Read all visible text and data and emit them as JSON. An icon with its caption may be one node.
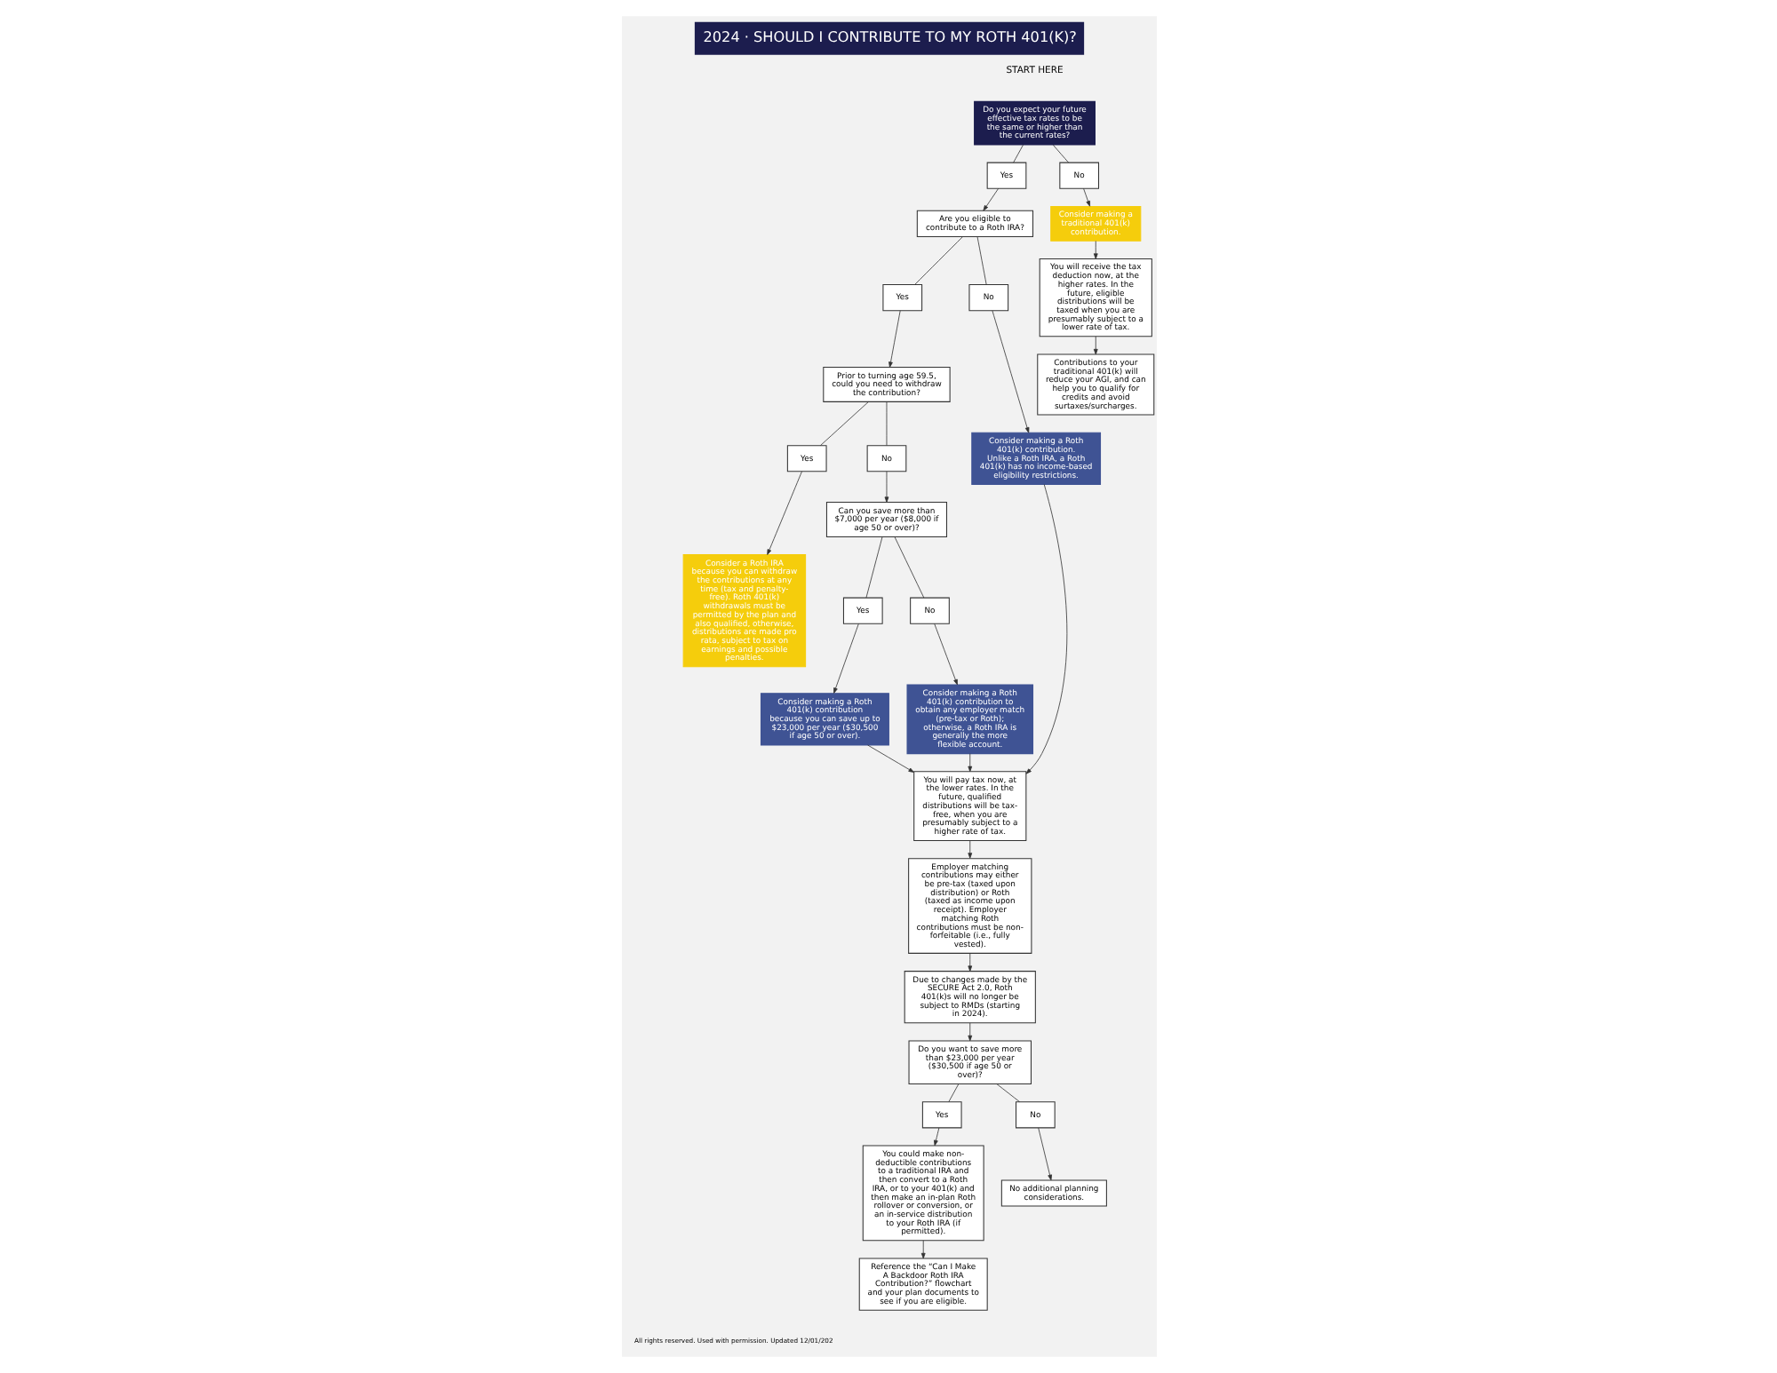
{
  "diagram": {
    "title": "2024 · SHOULD I CONTRIBUTE TO MY ROTH 401(K)?",
    "nodes": [
      {
        "text": [
          "Do you expect your future effective tax rates to be the same or higher than the current rates?"
        ]
      },
      {
        "text": [
          "Yes"
        ]
      },
      {
        "text": [
          "No"
        ]
      },
      {
        "text": [
          "Consider making a traditional 401(k) contribution."
        ]
      },
      {
        "text": [
          "You will receive the tax deduction now, at the higher rates. In the future, eligible distributions will be taxed when you are presumably subject to a lower rate of tax."
        ]
      },
      {
        "text": [
          "Contributions to your traditional 401(k) will reduce your AGI, and can help you to qualify for credits and avoid surtaxes/surcharges."
        ]
      },
      {
        "text": [
          "Are you eligible to contribute to a Roth IRA?"
        ]
      },
      {
        "text": [
          "Yes"
        ]
      },
      {
        "text": [
          "No"
        ]
      },
      {
        "text": [
          "Consider making a Roth 401(k) contribution. Unlike a Roth IRA, a Roth 401(k) has no income-based eligibility restrictions."
        ]
      },
      {
        "text": [
          "Prior to turning age 59.5, could you need to withdraw the contribution?"
        ]
      },
      {
        "text": [
          "Yes"
        ]
      },
      {
        "text": [
          "No"
        ]
      },
      {
        "text": [
          "You will pay tax now, at the lower rates. In the future, qualified distributions will be tax-free, when you are presumably subject to a higher rate of tax."
        ]
      },
      {
        "text": [
          "Employer matching contributions may either be pre-tax (taxed upon distribution) or Roth (taxed as income upon receipt). Employer matching Roth contributions must be non-forfeitable (i.e., fully vested)."
        ]
      },
      {
        "text": [
          "Due to changes made by the SECURE Act 2.0, Roth 401(k)s will no longer be subject to RMDs (starting in 2024)."
        ]
      },
      {
        "text": [
          "Do you want to save more than $23,000 per year ($30,500 if age 50 or over)?"
        ]
      },
      {
        "text": [
          "Yes"
        ]
      },
      {
        "text": [
          "No"
        ]
      },
      {
        "text": [
          "You could make non-deductible contributions to a traditional IRA and then convert to a Roth IRA, or to your 401(k) and then make an in-plan Roth rollover or conversion, or an in-service distribution to your Roth IRA (if permitted)."
        ]
      },
      {
        "text": [
          "Reference the “Can I Make A Backdoor Roth IRA Contribution?” flowchart and your plan documents to see if you are eligible."
        ]
      },
      {
        "text": [
          "No additional planning considerations."
        ]
      },
      {
        "text": [
          "Consider making a Roth 401(k) contribution because you can save up to $23,000 per year ($30,500 if age 50 or over)."
        ]
      },
      {
        "text": [
          "Yes"
        ]
      },
      {
        "text": [
          "No"
        ]
      },
      {
        "text": [
          "Consider a Roth IRA because you can withdraw the contributions at any time (tax and penalty-free). Roth 401(k) withdrawals must be permitted by the plan and also qualified, otherwise, distributions are made pro rata, subject to tax on earnings and possible penalties."
        ]
      },
      {
        "text": [
          "Can you save more than $7,000 per year ($8,000 if age 50 or over)?"
        ]
      },
      {
        "text": [
          "Consider making a Roth 401(k) contribution to obtain any employer match (pre-tax or Roth); otherwise, a Roth IRA is generally the more flexible account."
        ]
      }
    ],
    "edges": [
      {
        "from": 0,
        "to": 1,
        "arrow": "none"
      },
      {
        "from": 0,
        "to": 2,
        "arrow": "none"
      },
      {
        "from": 1,
        "to": 6,
        "arrow": "to"
      },
      {
        "from": 2,
        "to": 3,
        "arrow": "to"
      },
      {
        "from": 3,
        "to": 4,
        "arrow": "to"
      },
      {
        "from": 4,
        "to": 5,
        "arrow": "to"
      },
      {
        "from": 6,
        "to": 7,
        "arrow": "none"
      },
      {
        "from": 6,
        "to": 8,
        "arrow": "none"
      },
      {
        "from": 7,
        "to": 10,
        "arrow": "to"
      },
      {
        "from": 8,
        "to": 9,
        "arrow": "to"
      },
      {
        "from": 9,
        "to": 13,
        "arrow": "to"
      },
      {
        "from": 10,
        "to": 11,
        "arrow": "none"
      },
      {
        "from": 10,
        "to": 12,
        "arrow": "none"
      },
      {
        "from": 11,
        "to": 25,
        "arrow": "to"
      },
      {
        "from": 12,
        "to": 26,
        "arrow": "to"
      },
      {
        "from": 26,
        "to": 23,
        "arrow": "none"
      },
      {
        "from": 26,
        "to": 24,
        "arrow": "none"
      },
      {
        "from": 23,
        "to": 22,
        "arrow": "to"
      },
      {
        "from": 24,
        "to": 27,
        "arrow": "to"
      },
      {
        "from": 22,
        "to": 13,
        "arrow": "to"
      },
      {
        "from": 27,
        "to": 13,
        "arrow": "to"
      },
      {
        "from": 13,
        "to": 14,
        "arrow": "to"
      },
      {
        "from": 14,
        "to": 15,
        "arrow": "to"
      },
      {
        "from": 15,
        "to": 16,
        "arrow": "to"
      },
      {
        "from": 16,
        "to": 17,
        "arrow": "none"
      },
      {
        "from": 16,
        "to": 18,
        "arrow": "none"
      },
      {
        "from": 17,
        "to": 19,
        "arrow": "to"
      },
      {
        "from": 18,
        "to": 21,
        "arrow": "to"
      },
      {
        "from": 19,
        "to": 20,
        "arrow": "to"
      }
    ],
    "labels": [
      "START HERE",
      "All rights reserved. Used with permission. Updated 12/01/202"
    ]
  }
}
